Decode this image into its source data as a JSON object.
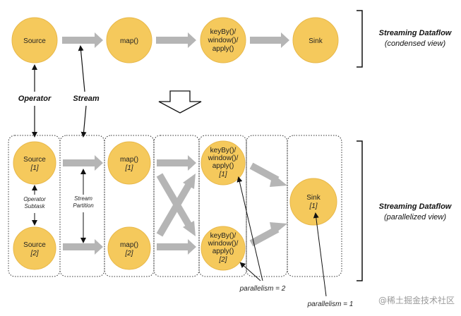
{
  "condensed": {
    "source": "Source",
    "map": "map()",
    "keyby_lines": [
      "keyBy()/",
      "window()/",
      "apply()"
    ],
    "sink": "Sink",
    "side_title": "Streaming Dataflow",
    "side_sub": "(condensed view)"
  },
  "labels": {
    "operator": "Operator",
    "stream": "Stream",
    "operator_subtask_1": "Operator",
    "operator_subtask_2": "Subtask",
    "stream_partition_1": "Stream",
    "stream_partition_2": "Partition",
    "parallelism_2": "parallelism = 2",
    "parallelism_1": "parallelism = 1"
  },
  "parallel": {
    "source_1": "Source",
    "source_1_idx": "[1]",
    "source_2": "Source",
    "source_2_idx": "[2]",
    "map_1": "map()",
    "map_1_idx": "[1]",
    "map_2": "map()",
    "map_2_idx": "[2]",
    "keyby_1_lines": [
      "keyBy()/",
      "window()/",
      "apply()"
    ],
    "keyby_1_idx": "[1]",
    "keyby_2_lines": [
      "keyBy()/",
      "window()/",
      "apply()"
    ],
    "keyby_2_idx": "[2]",
    "sink": "Sink",
    "sink_idx": "[1]",
    "side_title": "Streaming Dataflow",
    "side_sub": "(parallelized view)"
  },
  "watermark": "@稀土掘金技术社区",
  "colors": {
    "node_fill": "#f5c95c",
    "node_stroke": "#e8b84a",
    "arrow_gray": "#b5b5b5",
    "line_black": "#111111"
  }
}
